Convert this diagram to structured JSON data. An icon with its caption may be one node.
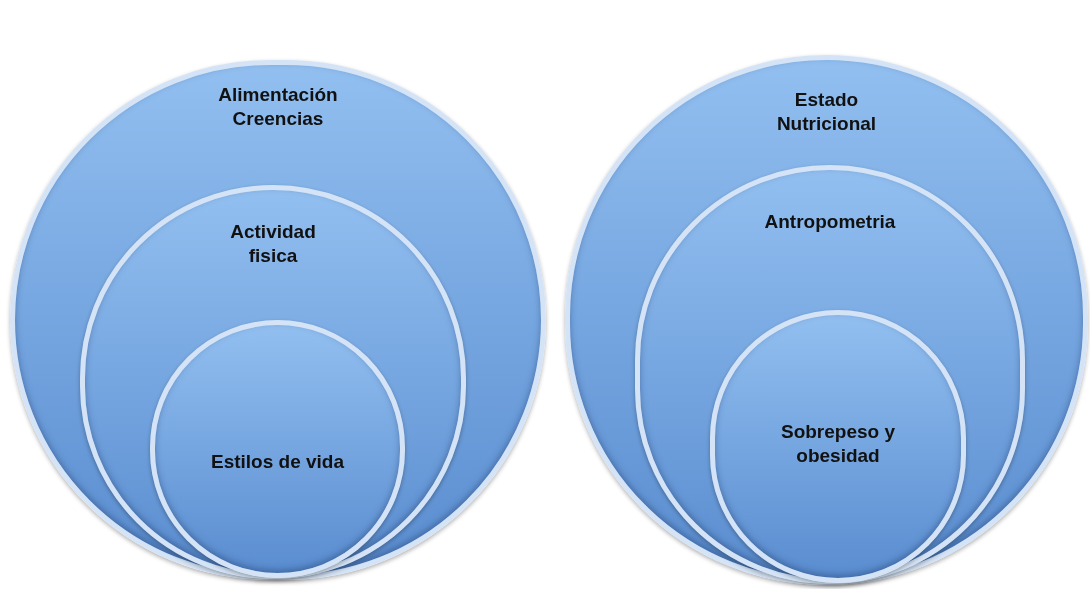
{
  "diagram": {
    "nodes": [
      {
        "text": [
          "Alimentación Creencias"
        ]
      },
      {
        "text": [
          "Actividad fisica"
        ],
        "in": 0
      },
      {
        "text": [
          "Estilos de vida"
        ],
        "in": 1
      },
      {
        "text": [
          "Estado Nutricional"
        ]
      },
      {
        "text": [
          "Antropometria"
        ],
        "in": 3
      },
      {
        "text": [
          "Sobrepeso y obesidad"
        ],
        "in": 4
      }
    ]
  }
}
